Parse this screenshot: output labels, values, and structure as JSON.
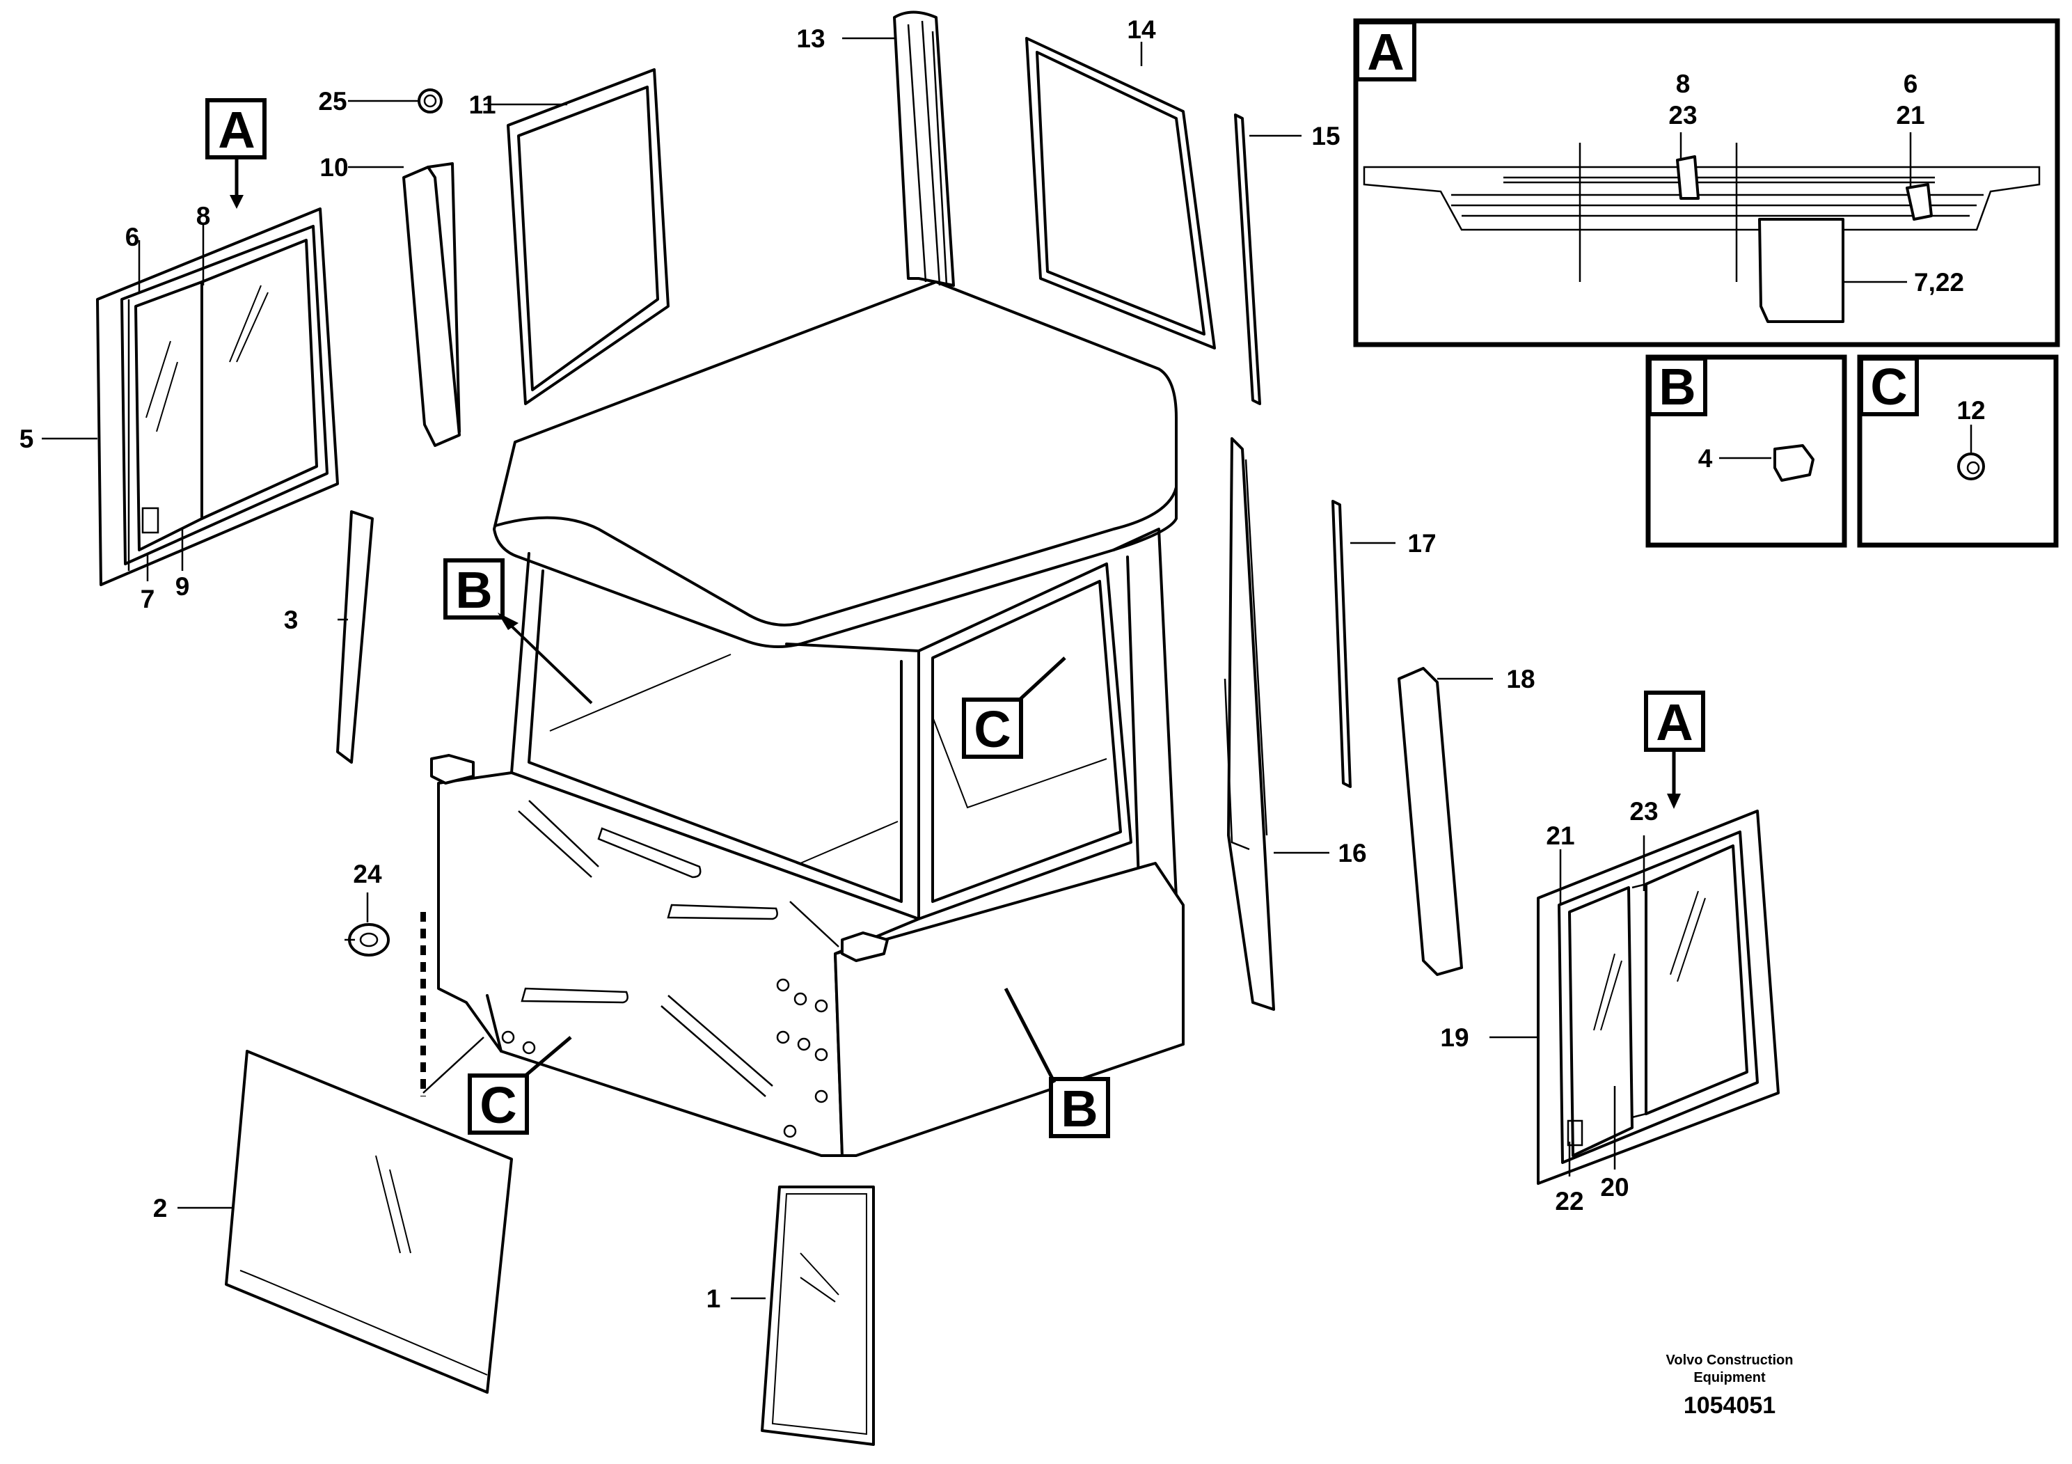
{
  "views": {
    "a": "A",
    "b": "B",
    "c": "C"
  },
  "part_numbers": {
    "p1": "1",
    "p2": "2",
    "p3": "3",
    "p4": "4",
    "p5": "5",
    "p6": "6",
    "p7": "7",
    "p8": "8",
    "p9": "9",
    "p10": "10",
    "p11": "11",
    "p12": "12",
    "p13": "13",
    "p14": "14",
    "p15": "15",
    "p16": "16",
    "p17": "17",
    "p18": "18",
    "p19": "19",
    "p20": "20",
    "p21": "21",
    "p22": "22",
    "p23": "23",
    "p24": "24",
    "p25": "25",
    "p7_22": "7,22"
  },
  "footer": {
    "manufacturer_line1": "Volvo Construction",
    "manufacturer_line2": "Equipment",
    "illustration_number": "1054051"
  }
}
